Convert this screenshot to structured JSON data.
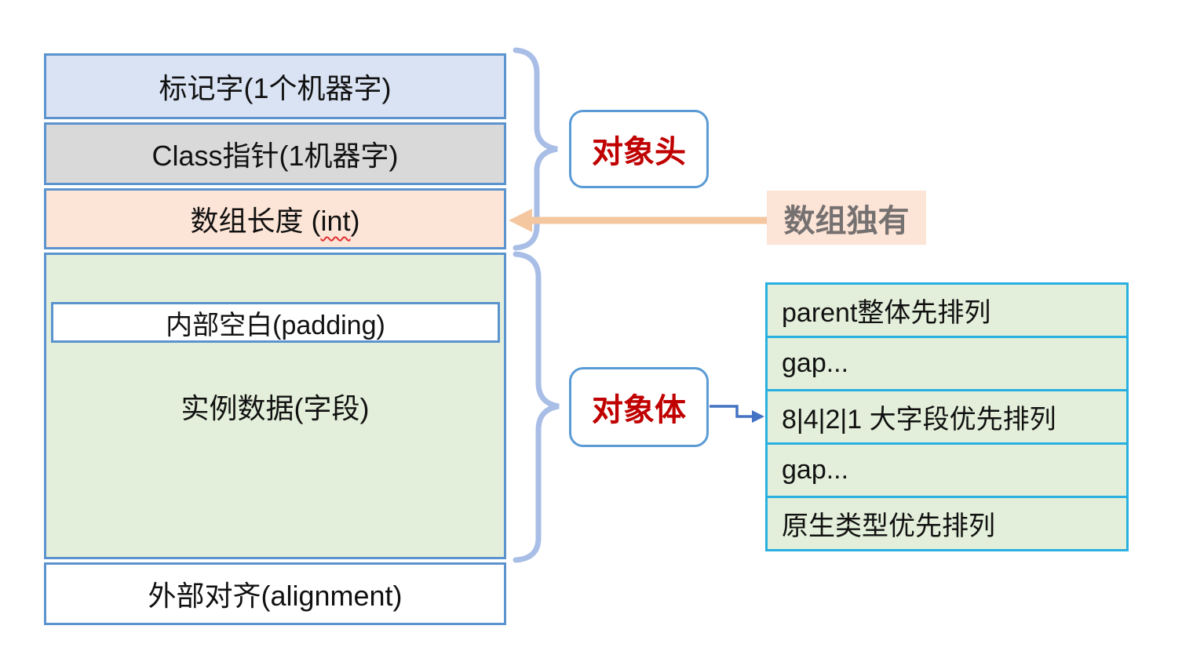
{
  "layout_boxes": {
    "mark_word": "标记字(1个机器字)",
    "class_pointer": "Class指针(1机器字)",
    "array_length": {
      "prefix": "数组长度 (",
      "word": "int",
      "suffix": ")"
    },
    "padding": "内部空白(padding)",
    "instance_data": "实例数据(字段)",
    "alignment": "外部对齐(alignment)"
  },
  "callouts": {
    "object_header": "对象头",
    "object_body": "对象体",
    "array_only": "数组独有"
  },
  "field_order_table": {
    "rows": [
      "parent整体先排列",
      "gap...",
      "8|4|2|1 大字段优先排列",
      "gap...",
      "原生类型优先排列"
    ]
  },
  "colors": {
    "box_border": "#5b93cf",
    "mark_word_fill": "#dae3f3",
    "class_pointer_fill": "#d9d9d9",
    "array_length_fill": "#fce4d6",
    "instance_data_fill": "#e3efda",
    "callout_text": "#c00000",
    "callout_border": "#5b9bd5",
    "array_only_fill": "#fce4d6",
    "array_only_text": "#767171",
    "brace": "#a9bee6",
    "orange_arrow": "#f4c7a0",
    "blue_arrow": "#4472c4",
    "table_border": "#29b0e0",
    "table_fill": "#e3efda",
    "squiggle": "#e03131"
  }
}
